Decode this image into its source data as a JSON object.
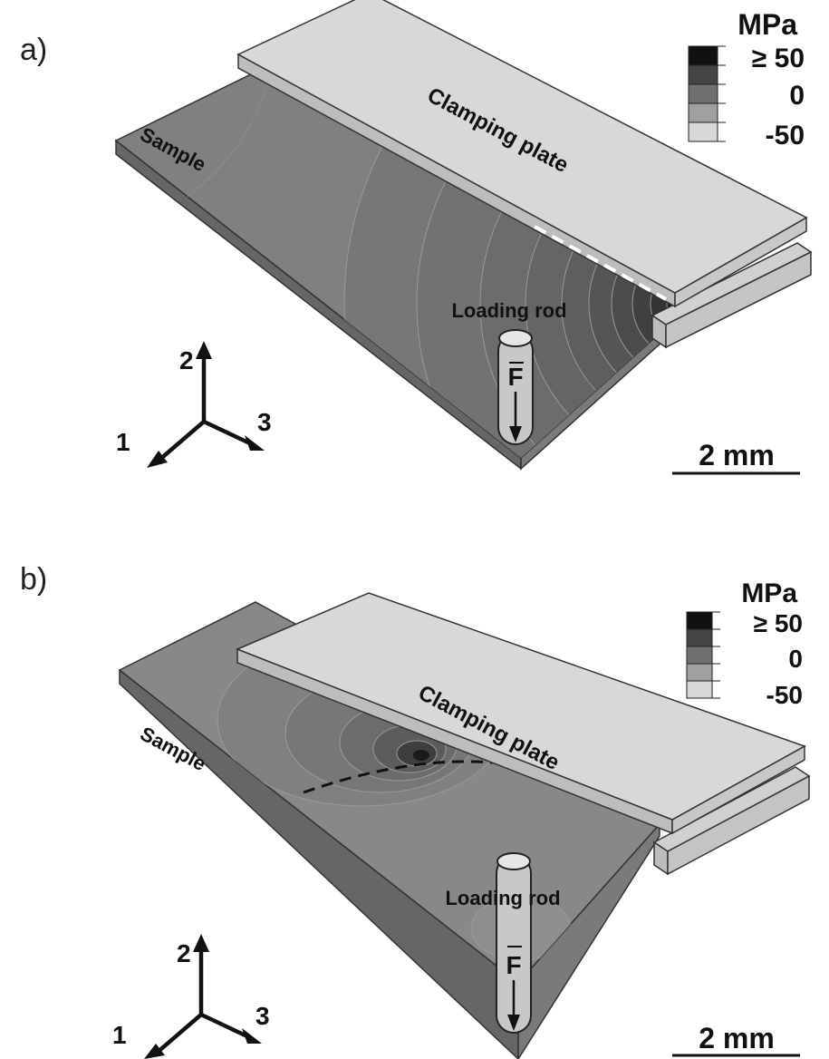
{
  "panels": [
    {
      "letter": "a)",
      "clamp_label": "Clamping plate",
      "sample_label": "Sample",
      "rod_label": "Loading rod",
      "force_label": "F",
      "unit": "MPa",
      "legend_labels": [
        "≥ 50",
        "0",
        "-50"
      ],
      "axes": [
        "1",
        "2",
        "3"
      ],
      "scale": "2 mm"
    },
    {
      "letter": "b)",
      "clamp_label": "Clamping plate",
      "sample_label": "Sample",
      "rod_label": "Loading rod",
      "force_label": "F",
      "unit": "MPa",
      "legend_labels": [
        "≥ 50",
        "0",
        "-50"
      ],
      "axes": [
        "1",
        "2",
        "3"
      ],
      "scale": "2 mm"
    }
  ],
  "colors": {
    "legend": [
      "#111111",
      "#444444",
      "#707070",
      "#a0a0a0",
      "#d8d8d8"
    ],
    "sample_top": "#808080",
    "sample_side": "#666666",
    "plate": "#d8d8d8"
  }
}
